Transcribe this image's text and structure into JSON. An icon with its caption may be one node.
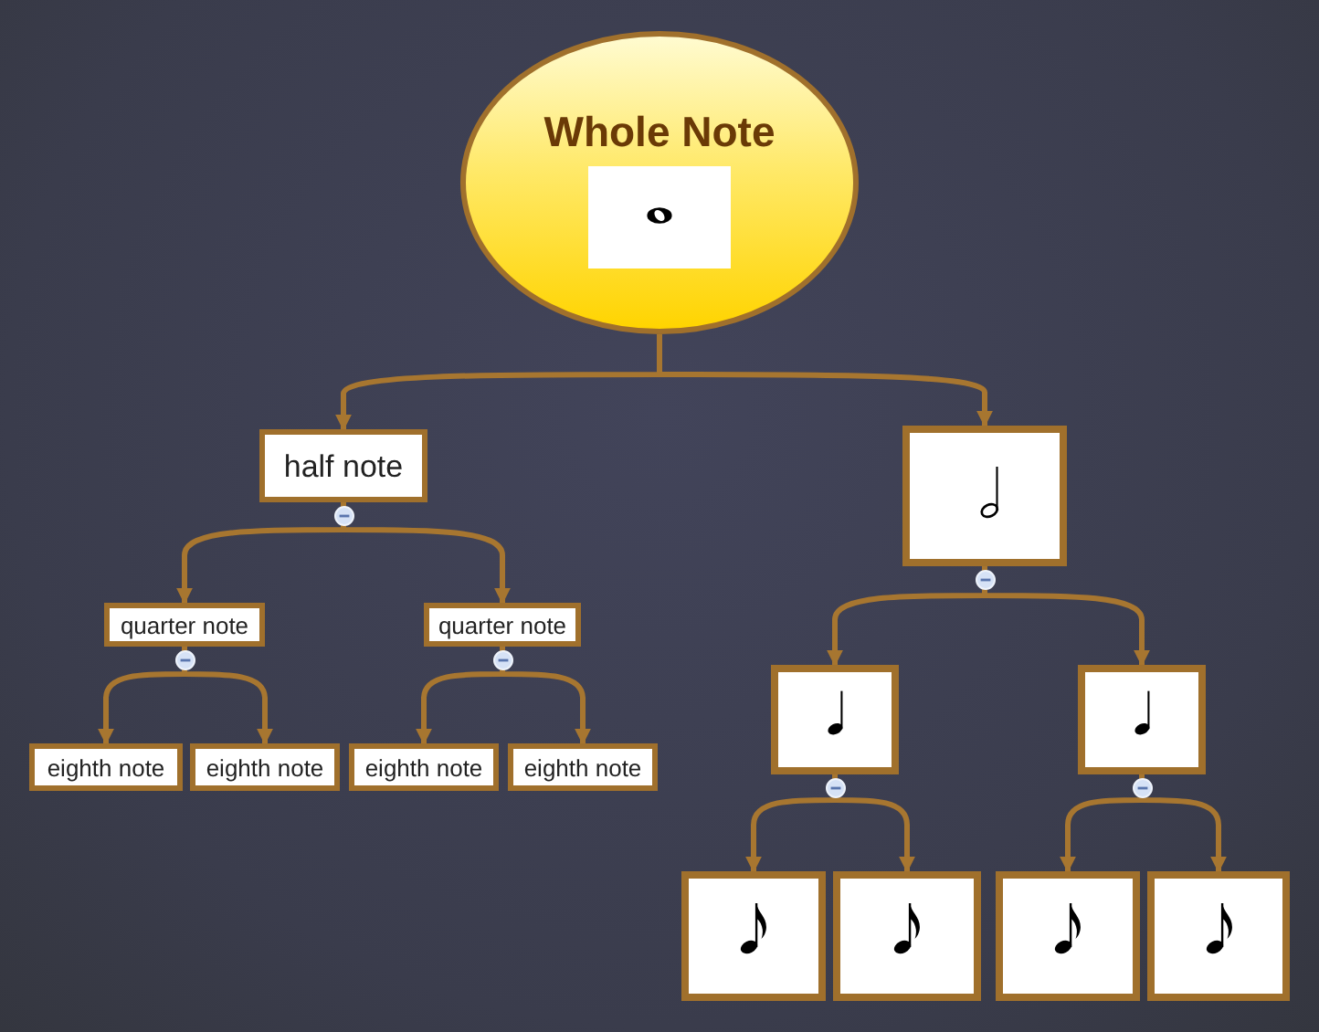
{
  "diagram": {
    "nodes": [
      {
        "text": [
          "Whole Note"
        ]
      },
      {
        "text": [
          "half note"
        ]
      },
      {
        "text": [],
        "shape": "picture"
      },
      {
        "text": [
          "quarter note"
        ]
      },
      {
        "text": [
          "quarter note"
        ]
      },
      {
        "text": [],
        "shape": "picture"
      },
      {
        "text": [],
        "shape": "picture"
      },
      {
        "text": [
          "eighth note"
        ]
      },
      {
        "text": [
          "eighth note"
        ]
      },
      {
        "text": [
          "eighth note"
        ]
      },
      {
        "text": [
          "eighth note"
        ]
      },
      {
        "text": [],
        "shape": "picture"
      },
      {
        "text": [],
        "shape": "picture"
      },
      {
        "text": [],
        "shape": "picture"
      },
      {
        "text": [],
        "shape": "picture"
      }
    ],
    "edges": [
      {
        "from": 0,
        "to": 1,
        "arrow": "to"
      },
      {
        "from": 0,
        "to": 2,
        "arrow": "to"
      },
      {
        "from": 1,
        "to": 3,
        "arrow": "to"
      },
      {
        "from": 1,
        "to": 4,
        "arrow": "to"
      },
      {
        "from": 3,
        "to": 7,
        "arrow": "to"
      },
      {
        "from": 3,
        "to": 8,
        "arrow": "to"
      },
      {
        "from": 4,
        "to": 9,
        "arrow": "to"
      },
      {
        "from": 4,
        "to": 10,
        "arrow": "to"
      },
      {
        "from": 2,
        "to": 5,
        "arrow": "to"
      },
      {
        "from": 2,
        "to": 6,
        "arrow": "to"
      },
      {
        "from": 5,
        "to": 11,
        "arrow": "to"
      },
      {
        "from": 5,
        "to": 12,
        "arrow": "to"
      },
      {
        "from": 6,
        "to": 13,
        "arrow": "to"
      },
      {
        "from": 6,
        "to": 14,
        "arrow": "to"
      }
    ]
  }
}
